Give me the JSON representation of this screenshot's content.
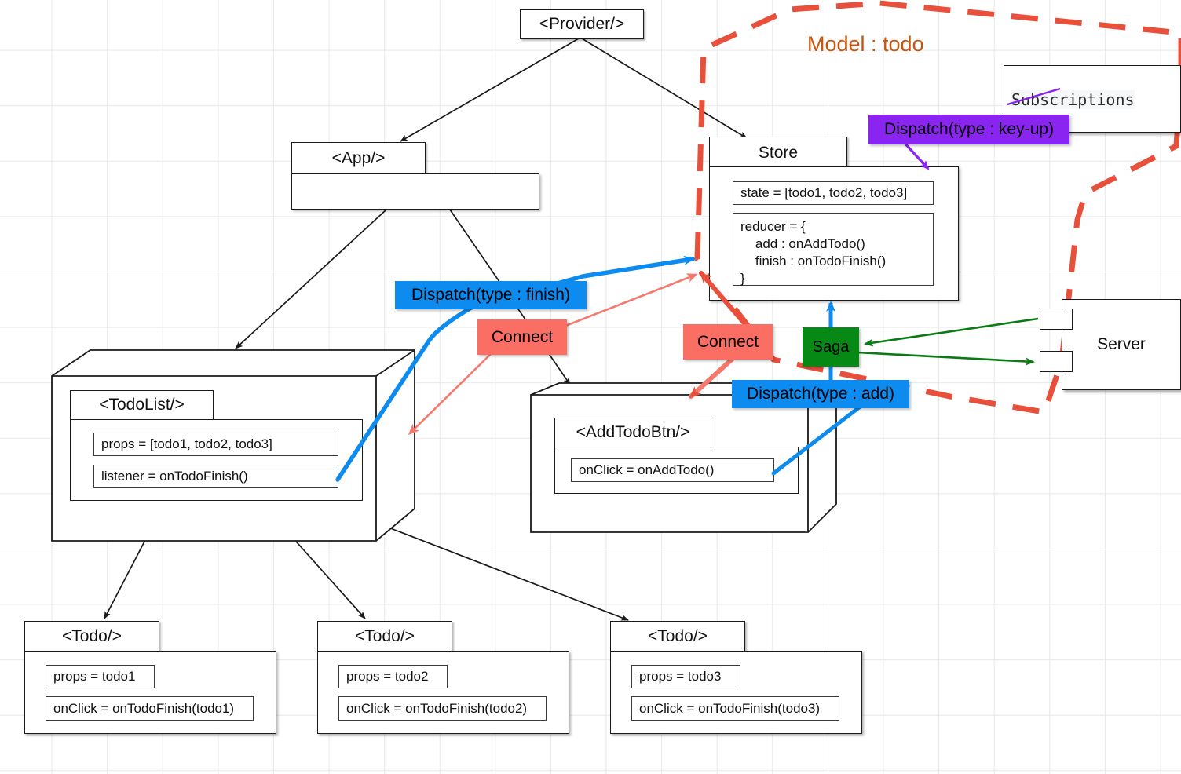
{
  "diagram": {
    "title_label": "Model : todo",
    "colors": {
      "dispatch_blue": "#0d8bee",
      "connect_red": "#fa6e64",
      "dispatch_purple": "#8a24f0",
      "saga_green": "#078a15",
      "model_boundary": "#e8503c",
      "model_title": "#c6550d",
      "server_green_arrow": "#0a7a12"
    }
  },
  "nodes": {
    "provider": {
      "title": "<Provider/>"
    },
    "app": {
      "title": "<App/>",
      "fields": []
    },
    "store": {
      "title": "Store",
      "state": "state = [todo1, todo2, todo3]",
      "reducer": "reducer = {\n    add : onAddTodo()\n    finish : onTodoFinish()\n}"
    },
    "todolist": {
      "title": "<TodoList/>",
      "props": "props = [todo1, todo2, todo3]",
      "listener": "listener = onTodoFinish()"
    },
    "addtodobtn": {
      "title": "<AddTodoBtn/>",
      "onclick": "onClick = onAddTodo()"
    },
    "todos": [
      {
        "title": "<Todo/>",
        "props": "props = todo1",
        "onclick": "onClick = onTodoFinish(todo1)"
      },
      {
        "title": "<Todo/>",
        "props": "props = todo2",
        "onclick": "onClick = onTodoFinish(todo2)"
      },
      {
        "title": "<Todo/>",
        "props": "props = todo3",
        "onclick": "onClick = onTodoFinish(todo3)"
      }
    ],
    "subscriptions": {
      "label": "Subscriptions"
    },
    "server": {
      "label": "Server"
    },
    "saga": {
      "label": "Saga"
    }
  },
  "chips": {
    "dispatch_finish": "Dispatch(type : finish)",
    "dispatch_add": "Dispatch(type : add)",
    "dispatch_keyup": "Dispatch(type : key-up)",
    "connect_left": "Connect",
    "connect_right": "Connect"
  }
}
